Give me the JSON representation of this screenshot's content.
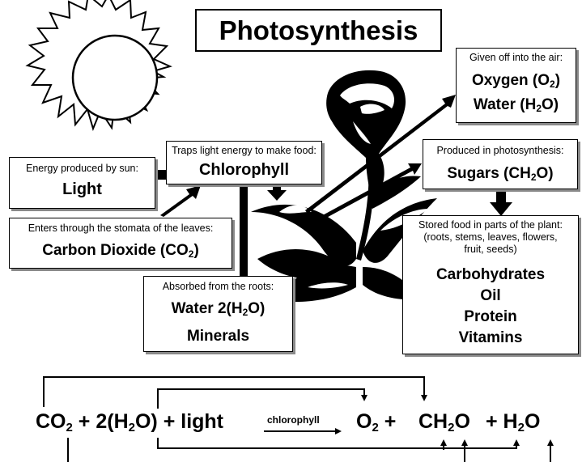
{
  "title": "Photosynthesis",
  "light": {
    "caption": "Energy produced by sun:",
    "name": "Light"
  },
  "chlorophyll": {
    "caption": "Traps light energy to make food:",
    "name": "Chlorophyll"
  },
  "carbon_dioxide": {
    "caption": "Enters through the stomata of the leaves:",
    "name": "Carbon Dioxide (CO",
    "sub": "2",
    "close": ")"
  },
  "water_roots": {
    "caption": "Absorbed from the roots:",
    "water": "Water 2(H",
    "water_sub": "2",
    "water_close": "O)",
    "minerals": "Minerals"
  },
  "released": {
    "caption": "Given off into the air:",
    "oxygen": "Oxygen (O",
    "oxygen_sub": "2",
    "oxygen_close": ")",
    "water": "Water (H",
    "water_sub": "2",
    "water_close": "O)"
  },
  "sugars": {
    "caption": "Produced in photosynthesis:",
    "name": "Sugars (CH",
    "sub": "2",
    "close": "O)"
  },
  "stored": {
    "caption_1": "Stored food in parts of the plant:",
    "caption_2": "(roots, stems, leaves, flowers,",
    "caption_3": "fruit, seeds)",
    "items": [
      "Carbohydrates",
      "Oil",
      "Protein",
      "Vitamins"
    ]
  },
  "equation": {
    "co2": "CO",
    "co2_sub": "2",
    "water_pre": "+ 2(H",
    "water_sub": "2",
    "water_post": "O) + light",
    "catalyst": "chlorophyll",
    "o2": "O",
    "o2_sub": "2",
    "plus": "+",
    "ch2o": "CH",
    "ch2o_sub": "2",
    "ch2o_post": "O",
    "h2o_pre": "+ H",
    "h2o_sub": "2",
    "h2o_post": "O"
  }
}
